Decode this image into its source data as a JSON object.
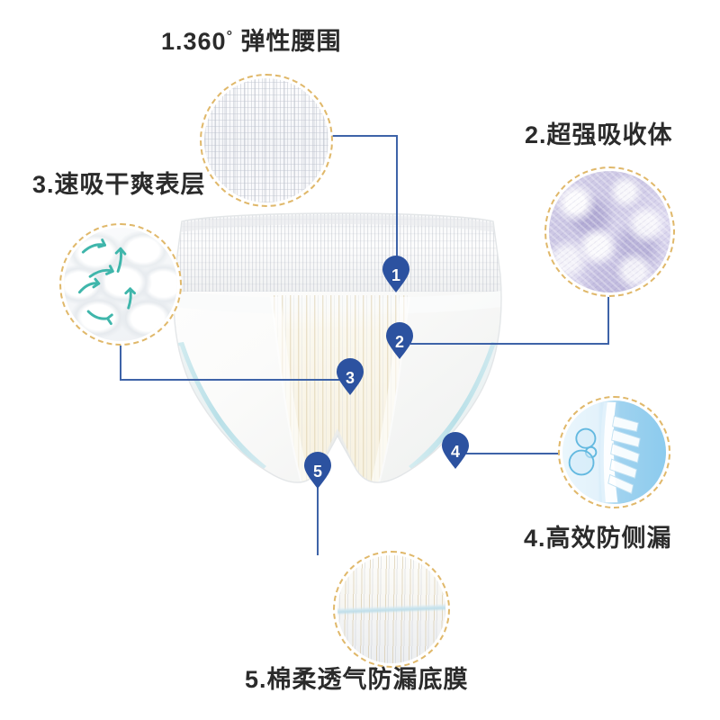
{
  "page": {
    "title": "成人拉拉裤产品结构图",
    "background_color": "#ffffff",
    "accent_line_color": "#3e63a8",
    "circle_border_color": "#e0b86a",
    "marker_color": "#2c52a0",
    "label_color": "#2b2b2b"
  },
  "features": [
    {
      "index": "1",
      "number": "1",
      "label": "1.360",
      "label_sup": "°",
      "label_tail": "弹性腰围",
      "full_label": "1.360° 弹性腰围",
      "circle_name": "callout-elastic-waistband",
      "swatch": "white-ribbed-elastic-fabric"
    },
    {
      "index": "2",
      "number": "2",
      "label": "2.超强吸收体",
      "full_label": "2.超强吸收体",
      "circle_name": "callout-absorbent-core",
      "swatch": "lavender-fluff-absorbent-core"
    },
    {
      "index": "3",
      "number": "3",
      "label": "3.速吸干爽表层",
      "full_label": "3.速吸干爽表层",
      "circle_name": "callout-dry-surface-layer",
      "swatch": "embossed-bubbles-with-flow-arrows"
    },
    {
      "index": "4",
      "number": "4",
      "label": "4.高效防侧漏",
      "full_label": "4.高效防侧漏",
      "circle_name": "callout-leak-guard",
      "swatch": "blue-leak-guard-barrier"
    },
    {
      "index": "5",
      "number": "5",
      "label": "5.棉柔透气防漏底膜",
      "full_label": "5.棉柔透气防漏底膜",
      "circle_name": "callout-breathable-bottom-film",
      "swatch": "pleated-bottom-film-with-blue-band"
    }
  ],
  "product": {
    "name": "成人拉拉裤",
    "type": "disposable-pull-up-pants",
    "body_color": "#fbfbfa",
    "trim_color": "#bfe2e8"
  }
}
